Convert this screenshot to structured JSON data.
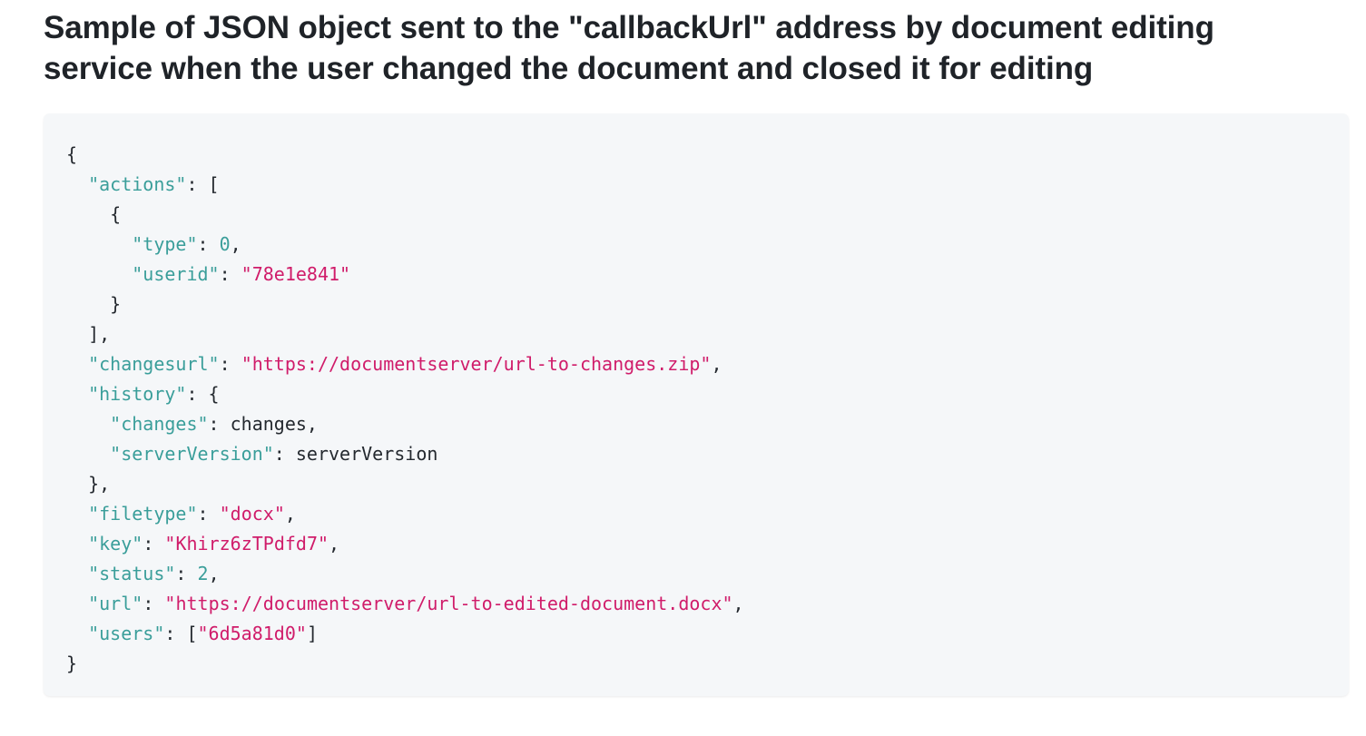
{
  "heading": {
    "line1": "Sample of JSON object sent to the \"callbackUrl\" address by document editing",
    "line2": "service when the user changed the document and closed it for editing"
  },
  "code": {
    "l1": {
      "open": "{"
    },
    "l2": {
      "indent": "  ",
      "key": "\"actions\"",
      "rest": ": ["
    },
    "l3": {
      "indent": "    ",
      "rest": "{"
    },
    "l4": {
      "indent": "      ",
      "key": "\"type\"",
      "sep": ": ",
      "num": "0",
      "tail": ","
    },
    "l5": {
      "indent": "      ",
      "key": "\"userid\"",
      "sep": ": ",
      "str": "\"78e1e841\""
    },
    "l6": {
      "indent": "    ",
      "rest": "}"
    },
    "l7": {
      "indent": "  ",
      "rest": "],"
    },
    "l8": {
      "indent": "  ",
      "key": "\"changesurl\"",
      "sep": ": ",
      "str": "\"https://documentserver/url-to-changes.zip\"",
      "tail": ","
    },
    "l9": {
      "indent": "  ",
      "key": "\"history\"",
      "rest": ": {"
    },
    "l10": {
      "indent": "    ",
      "key": "\"changes\"",
      "rest": ": changes,"
    },
    "l11": {
      "indent": "    ",
      "key": "\"serverVersion\"",
      "rest": ": serverVersion"
    },
    "l12": {
      "indent": "  ",
      "rest": "},"
    },
    "l13": {
      "indent": "  ",
      "key": "\"filetype\"",
      "sep": ": ",
      "str": "\"docx\"",
      "tail": ","
    },
    "l14": {
      "indent": "  ",
      "key": "\"key\"",
      "sep": ": ",
      "str": "\"Khirz6zTPdfd7\"",
      "tail": ","
    },
    "l15": {
      "indent": "  ",
      "key": "\"status\"",
      "sep": ": ",
      "num": "2",
      "tail": ","
    },
    "l16": {
      "indent": "  ",
      "key": "\"url\"",
      "sep": ": ",
      "str": "\"https://documentserver/url-to-edited-document.docx\"",
      "tail": ","
    },
    "l17": {
      "indent": "  ",
      "key": "\"users\"",
      "sep": ": [",
      "str": "\"6d5a81d0\"",
      "tail": "]"
    },
    "l18": {
      "close": "}"
    }
  }
}
